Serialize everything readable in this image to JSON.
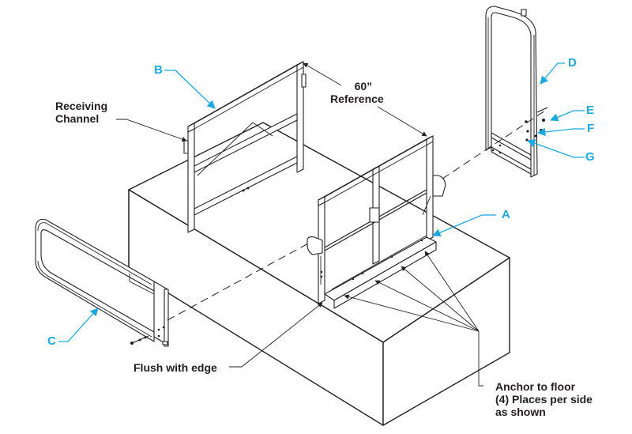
{
  "diagram": {
    "subject": "Platform guardrail installation assembly",
    "colors": {
      "line": "#231f20",
      "callout_letter": "#1ba9e1",
      "background": "#ffffff"
    },
    "part_labels": [
      {
        "id": "A",
        "text": "A"
      },
      {
        "id": "B",
        "text": "B"
      },
      {
        "id": "C",
        "text": "C"
      },
      {
        "id": "D",
        "text": "D"
      },
      {
        "id": "E",
        "text": "E"
      },
      {
        "id": "F",
        "text": "F"
      },
      {
        "id": "G",
        "text": "G"
      }
    ],
    "annotations": {
      "receiving_channel": {
        "line1": "Receiving",
        "line2": "Channel"
      },
      "reference": {
        "line1": "60”",
        "line2": "Reference"
      },
      "flush": {
        "text": "Flush with edge"
      },
      "anchor": {
        "line1": "Anchor to floor",
        "line2": "(4) Places per side",
        "line3": "as shown"
      }
    }
  }
}
